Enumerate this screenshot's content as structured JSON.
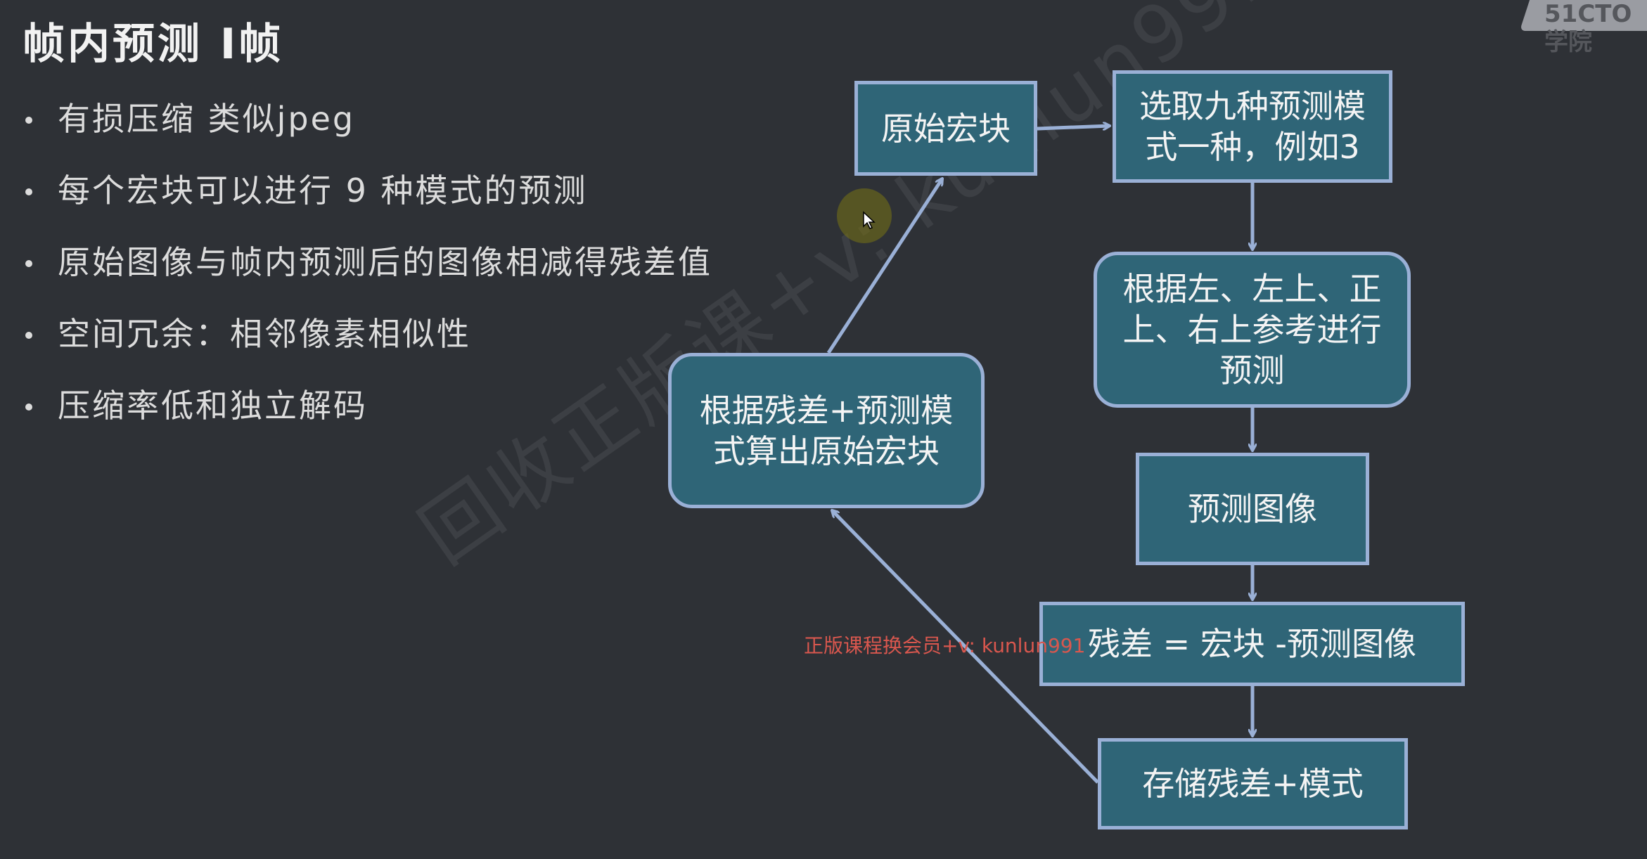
{
  "title": "帧内预测  I帧",
  "bullets": [
    "有损压缩 类似jpeg",
    "每个宏块可以进行 9 种模式的预测",
    "原始图像与帧内预测后的图像相减得残差值",
    "空间冗余：相邻像素相似性",
    "压缩率低和独立解码"
  ],
  "diagram": {
    "original_block": "原始宏块",
    "select_mode": "选取九种预测模式一种，例如3",
    "predict_ref": "根据左、左上、正上、右上参考进行预测",
    "predicted_image": "预测图像",
    "residual": "残差 = 宏块 -预测图像",
    "store": "存储残差+模式",
    "reconstruct": "根据残差+预测模式算出原始宏块"
  },
  "logo": "51CTO学院",
  "watermark": "回收正版课+v: kunlun991",
  "red_note": "正版课程换会员+v: kunlun991",
  "colors": {
    "background": "#2e3136",
    "box_fill": "#2f6577",
    "box_border": "#9ab0d6",
    "red_note": "#d9574e"
  }
}
